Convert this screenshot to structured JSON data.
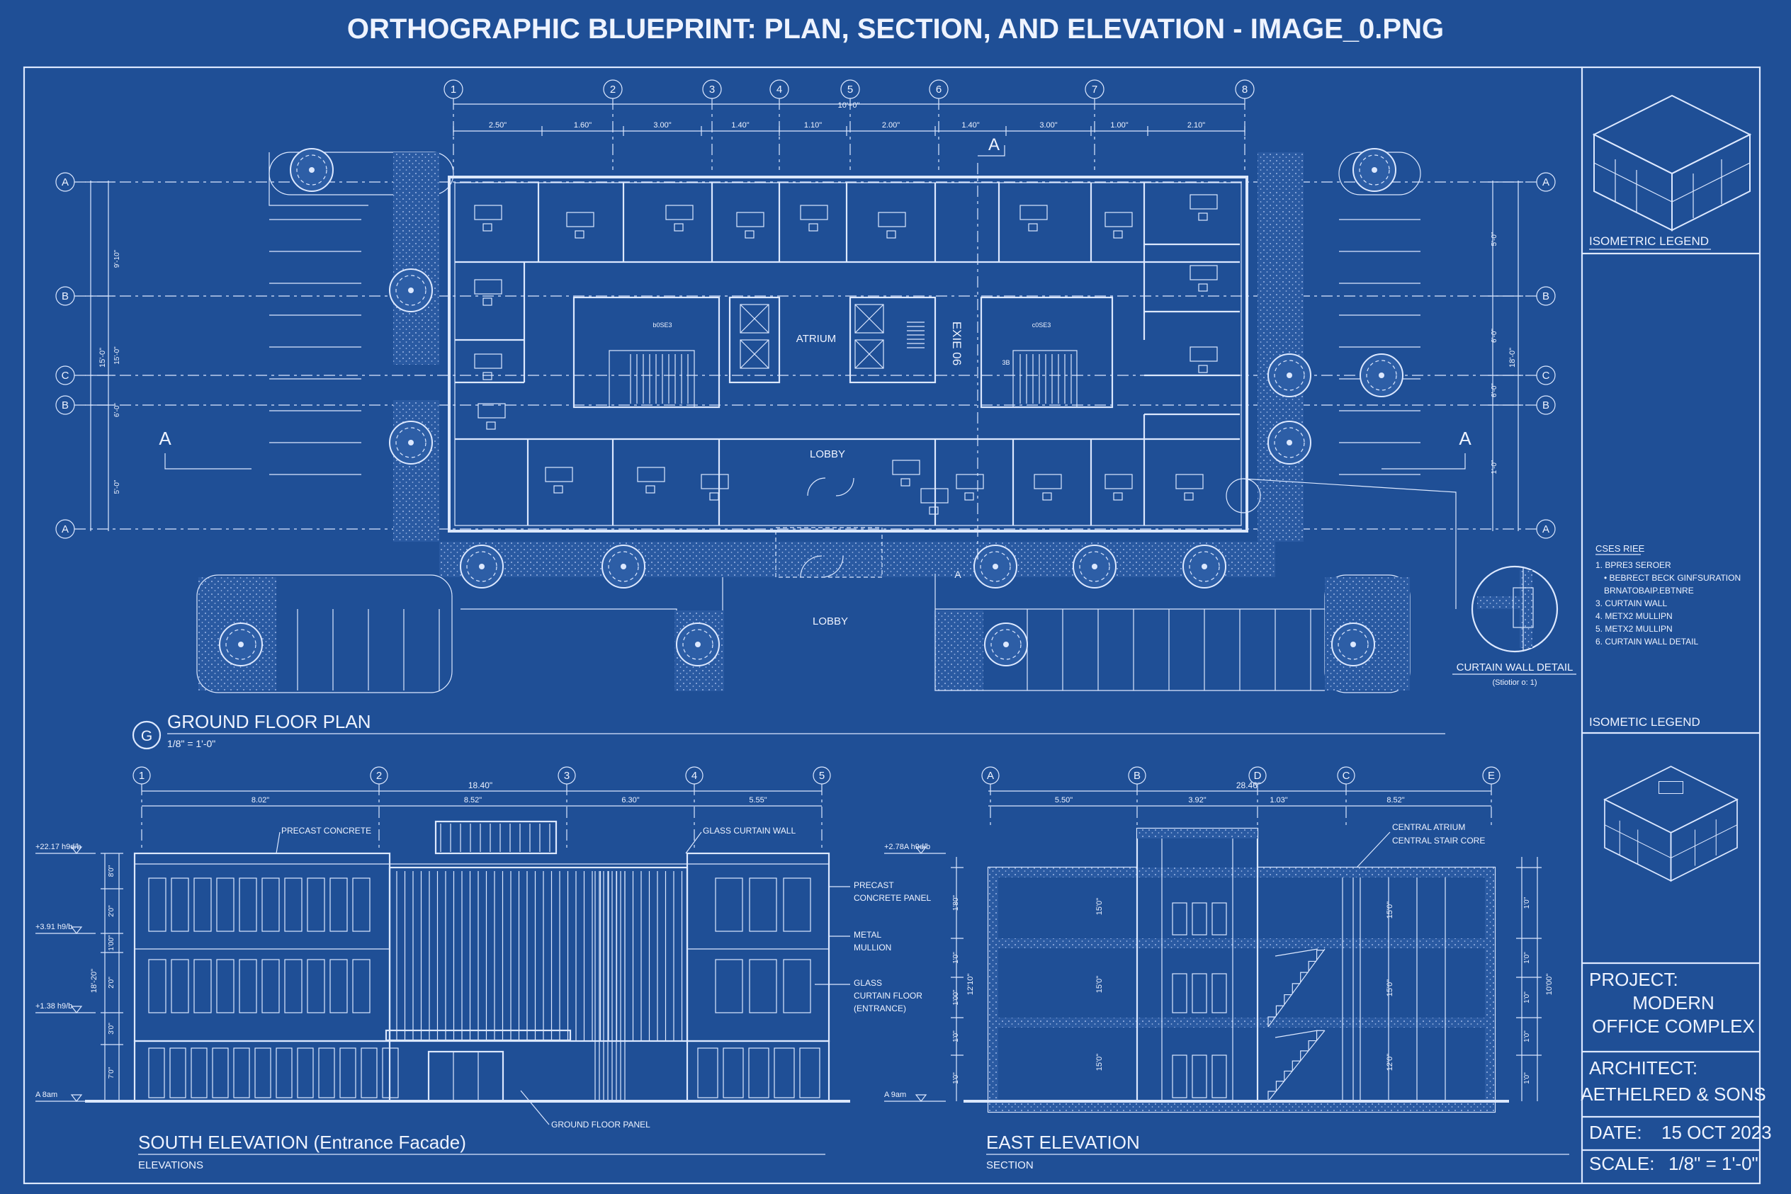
{
  "title": "ORTHOGRAPHIC BLUEPRINT: PLAN, SECTION, AND ELEVATION - IMAGE_0.PNG",
  "colors": {
    "background": "#1f4f96",
    "line": "#dce8ff",
    "hatch": "#7f9fd6"
  },
  "plan": {
    "title": "GROUND FLOOR PLAN",
    "badge": "G",
    "scale": "1/8\" = 1'-0\"",
    "grid_cols": [
      "1",
      "2",
      "3",
      "4",
      "5",
      "6",
      "7",
      "8"
    ],
    "grid_rows_left": [
      "A",
      "B",
      "C",
      "B",
      "A"
    ],
    "grid_rows_right": [
      "A",
      "B",
      "C",
      "B",
      "A"
    ],
    "total_dim": "10'+0\"",
    "top_dims": [
      "2.50\"",
      "1.60\"",
      "3.00\"",
      "1.40\"",
      "1.10\"",
      "2.00\"",
      "1.40\"",
      "3.00\"",
      "1.00\"",
      "2.10\""
    ],
    "left_dims": [
      "9'-10\"",
      "15'-0\"",
      "6'-0\"",
      "5'-0\""
    ],
    "left_total": "15'-0\"",
    "right_dims": [
      "5'-0\"",
      "6'-0\"",
      "6'-0\"",
      "1'-0\""
    ],
    "right_total": "18'-0\"",
    "labels": {
      "atrium": "ATRIUM",
      "exit": "EXIE 06",
      "lobby": "LOBBY",
      "lobby_out": "LOBBY",
      "rm_a": "b0SE3",
      "rm_b": "c0SE3",
      "rm_c": "3B"
    },
    "section_marks": {
      "a": "A",
      "a_left": "A",
      "a_right": "A",
      "a_small": "A"
    },
    "notes": {
      "heading": "CSES RIEE",
      "items": [
        "1. BPRE3 SEROER",
        "• BEBRECT BECK GINFSURATION",
        "BRNATOBAIP.EBTNRE",
        "3. CURTAIN WALL",
        "4. METX2 MULLIPN",
        "5. METX2 MULLIPN",
        "6. CURTAIN WALL DETAIL"
      ]
    },
    "detail": {
      "label": "CURTAIN WALL DETAIL",
      "sub": "(Stiotior o: 1)"
    }
  },
  "iso": {
    "label_top": "ISOMETRIC LEGEND",
    "label_mid": "ISOMETIC LEGEND"
  },
  "elevation": {
    "title": "SOUTH ELEVATION (Entrance Facade)",
    "sub": "ELEVATIONS",
    "grid": [
      "1",
      "2",
      "3",
      "4",
      "5"
    ],
    "total_dim": "18.40\"",
    "dims": [
      "8.02\"",
      "8.52\"",
      "6.30\"",
      "5.55\""
    ],
    "levels": [
      "+22.17 h9d/b",
      "+3.91 h9/b",
      "+1.38 h9/b",
      "A 8am"
    ],
    "vdims": [
      "8'0\"",
      "2'0\"",
      "1'00\"",
      "2'0\"",
      "3'0\"",
      "7'0\""
    ],
    "vtotal": "18'-20\"",
    "callouts": [
      "PRECAST CONCRETE",
      "GLASS CURTAIN WALL",
      "PRECAST",
      "CONCRETE PANEL",
      "METAL",
      "MULLION",
      "GLASS",
      "CURTAIN FLOOR",
      "(ENTRANCE)",
      "GROUND FLOOR PANEL"
    ]
  },
  "section": {
    "title": "EAST ELEVATION",
    "sub": "SECTION",
    "grid": [
      "A",
      "B",
      "D",
      "C",
      "E"
    ],
    "total_dim": "28.46\"",
    "dims": [
      "5.50\"",
      "3.92\"",
      "1.03\"",
      "8.52\""
    ],
    "levels": [
      "+2.78A h9d/b",
      "A 9am"
    ],
    "callouts": [
      "CENTRAL ATRIUM",
      "CENTRAL STAIR CORE"
    ],
    "vdims_left": [
      "1'80\"",
      "1'0\"",
      "1'00\"",
      "1'0\"",
      "1'0\""
    ],
    "vtotal_left": "12'10\"",
    "inner": [
      "15'0\"",
      "15'0\"",
      "15'0\"",
      "12'0\""
    ],
    "vdims_right": [
      "1'0\"",
      "1'0\"",
      "1'0\"",
      "1'0\"",
      "1'0\""
    ],
    "vtotal_right": "10'00\""
  },
  "titleblock": {
    "project_label": "PROJECT:",
    "project_line1": "MODERN",
    "project_line2": "OFFICE COMPLEX",
    "architect_label": "ARCHITECT:",
    "architect_name": "AETHELRED & SONS",
    "date_label": "DATE:",
    "date_value": "15 OCT 2023",
    "scale_label": "SCALE:",
    "scale_value": "1/8\" = 1'-0\""
  }
}
